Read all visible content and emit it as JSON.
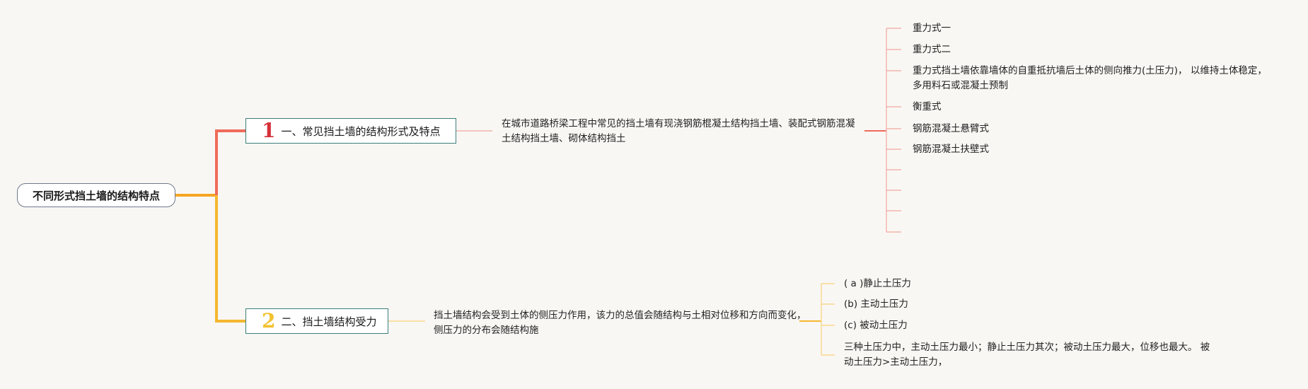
{
  "root": {
    "label": "不同形式挡土墙的结构特点"
  },
  "branches": [
    {
      "number": "1",
      "label": "一、常见挡土墙的结构形式及特点",
      "description": "在城市道路桥梁工程中常见的挡土墙有现浇钢筋棍凝土结构挡土墙、装配式钢筋混凝土结构挡土墙、砌体结构挡土",
      "children": [
        "重力式一",
        "重力式二",
        "重力式挡土墙依靠墙体的自重抵抗墙后土体的侧向推力(土压力)， 以维持土体稳定，多用料石或混凝土预制",
        "衡重式",
        "钢筋混凝土悬臂式",
        "钢筋混凝土扶壁式"
      ]
    },
    {
      "number": "2",
      "label": "二、挡土墙结构受力",
      "description": "挡土墙结构会受到土体的侧压力作用，该力的总值会随结构与土相对位移和方向而变化，侧压力的分布会随结构施",
      "children": [
        "( a )静止土压力",
        "(b) 主动土压力",
        "(c) 被动土压力",
        "三种土压力中，主动土压力最小；静止土压力其次；被动土压力最大，位移也最大。 被动土压力>主动土压力，"
      ]
    }
  ],
  "colors": {
    "trunk_orange": "#f5a623",
    "branch1_line": "#ef6b5a",
    "branch1_leaf_line": "#f2a79d",
    "branch2_line": "#f5b731",
    "branch2_leaf_line": "#f8d27a",
    "node_border": "#3c7f7a"
  }
}
